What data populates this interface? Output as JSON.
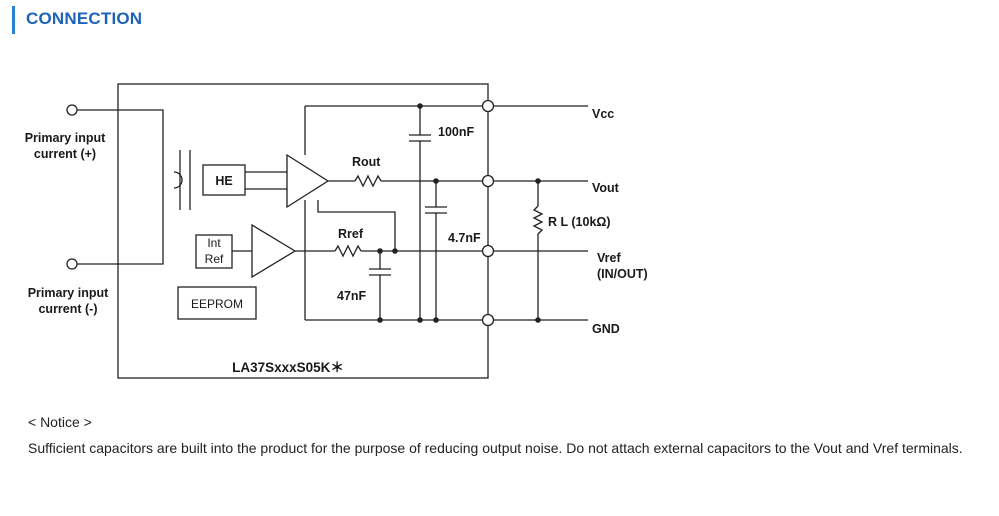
{
  "page": {
    "section_title": "CONNECTION"
  },
  "diagram": {
    "primary_input_plus": [
      "Primary input",
      "current (+)"
    ],
    "primary_input_minus": [
      "Primary input",
      "current (-)"
    ],
    "he_label": "HE",
    "int_ref_label": [
      "Int",
      "Ref"
    ],
    "eeprom_label": "EEPROM",
    "rout_label": "Rout",
    "rref_label": "Rref",
    "cap_100nf": "100nF",
    "cap_4_7nf": "4.7nF",
    "cap_47nf": "47nF",
    "rl_label": "R L (10kΩ)",
    "vcc_label": "Vcc",
    "vout_label": "Vout",
    "vref_label": [
      "Vref",
      "(IN/OUT)"
    ],
    "gnd_label": "GND",
    "part_number": "LA37SxxxS05K＊"
  },
  "notice": {
    "heading": "< Notice >",
    "body": "Sufficient capacitors are built into the product for the purpose of reducing output noise. Do not attach external capacitors to the Vout and Vref terminals."
  }
}
